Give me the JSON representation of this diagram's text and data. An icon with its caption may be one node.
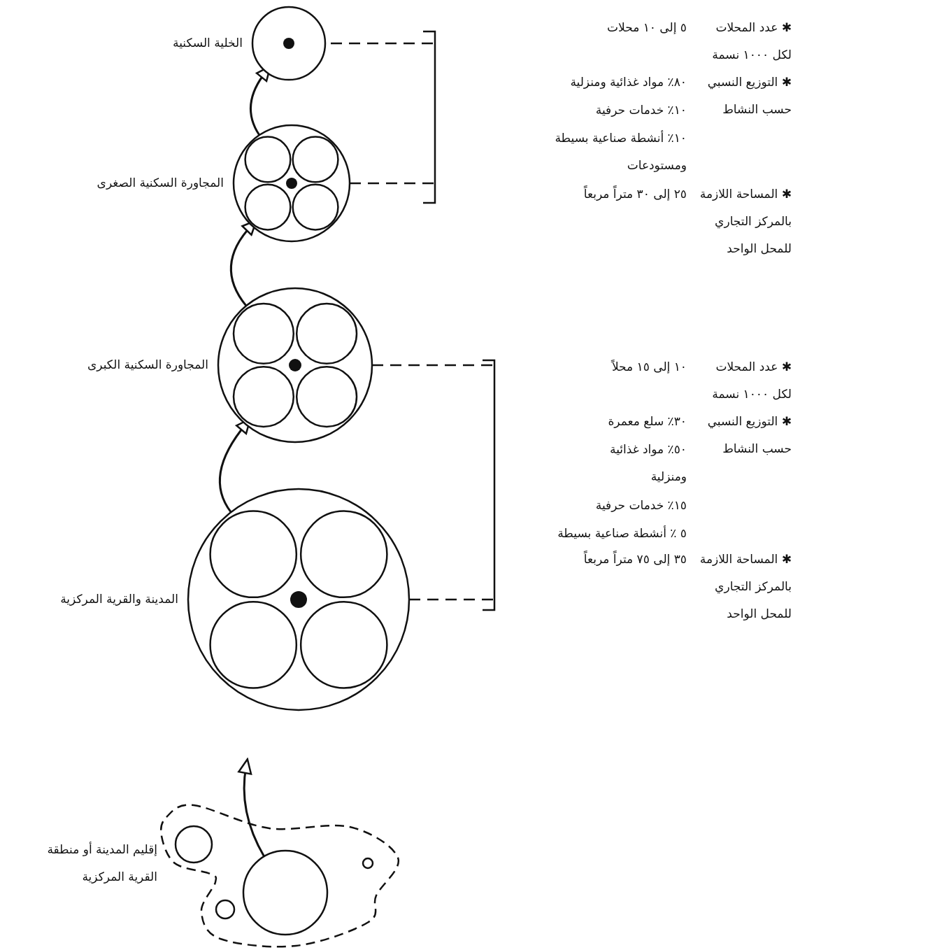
{
  "diagram": {
    "nodes": [
      {
        "text": [],
        "shape": "circle",
        "beside": [
          "الخلية السكنية"
        ]
      },
      {
        "text": [],
        "shape": "circle",
        "beside": [
          "المجاورة السكنية الصغرى"
        ]
      },
      {
        "text": [],
        "shape": "circle",
        "in": 1
      },
      {
        "text": [],
        "shape": "circle",
        "in": 1
      },
      {
        "text": [],
        "shape": "circle",
        "in": 1
      },
      {
        "text": [],
        "shape": "circle",
        "in": 1
      },
      {
        "text": [],
        "shape": "circle",
        "beside": [
          "المجاورة السكنية الكبرى"
        ]
      },
      {
        "text": [],
        "shape": "circle",
        "in": 6
      },
      {
        "text": [],
        "shape": "circle",
        "in": 6
      },
      {
        "text": [],
        "shape": "circle",
        "in": 6
      },
      {
        "text": [],
        "shape": "circle",
        "in": 6
      },
      {
        "text": [],
        "shape": "circle",
        "beside": [
          "المدينة والقرية المركزية"
        ]
      },
      {
        "text": [],
        "shape": "circle",
        "in": 11
      },
      {
        "text": [],
        "shape": "circle",
        "in": 11
      },
      {
        "text": [],
        "shape": "circle",
        "in": 11
      },
      {
        "text": [],
        "shape": "circle",
        "in": 11
      },
      {
        "text": [],
        "shape": "cloud",
        "beside": [
          "إقليم المدينة أو منطقة القرية المركزية"
        ]
      },
      {
        "text": [],
        "shape": "circle",
        "in": 16
      },
      {
        "text": [],
        "shape": "circle",
        "in": 16
      },
      {
        "text": [],
        "shape": "circle",
        "in": 16
      },
      {
        "text": [],
        "shape": "circle",
        "in": 16
      },
      {
        "text": [],
        "shape": "bracket"
      },
      {
        "text": [],
        "shape": "bracket"
      }
    ],
    "edges": [
      {
        "from": 1,
        "to": 0,
        "arrow": "to"
      },
      {
        "from": 6,
        "to": 1,
        "arrow": "to"
      },
      {
        "from": 11,
        "to": 6,
        "arrow": "to"
      },
      {
        "from": 20,
        "to": null,
        "arrow": "to"
      },
      {
        "from": 0,
        "to": 21,
        "arrow": "none",
        "style": "dashed"
      },
      {
        "from": 1,
        "to": 21,
        "arrow": "none",
        "style": "dashed"
      },
      {
        "from": 6,
        "to": 22,
        "arrow": "none",
        "style": "dashed"
      },
      {
        "from": 11,
        "to": 22,
        "arrow": "none",
        "style": "dashed"
      }
    ],
    "labels": [
      "✱ عدد المحلات لكل ١٠٠٠ نسمة",
      "٥ إلى ١٠ محلات",
      "✱ التوزيع النسبي حسب النشاط",
      "٨٠٪ مواد غذائية ومنزلية",
      "١٠٪ خدمات حرفية",
      "١٠٪ أنشطة صناعية بسيطة ومستودعات",
      "✱ المساحة اللازمة بالمركز التجاري للمحل الواحد",
      "٢٥ إلى ٣٠ متراً مربعاً",
      "✱ عدد المحلات لكل ١٠٠٠ نسمة",
      "١٠ إلى ١٥ محلاً",
      "✱ التوزيع النسبي حسب النشاط",
      "٣٠٪ سلع معمرة",
      "٥٠٪ مواد غذائية ومنزلية",
      "١٥٪ خدمات حرفية",
      "٥ ٪ أنشطة صناعية بسيطة",
      "✱ المساحة اللازمة بالمركز التجاري للمحل الواحد",
      "٣٥ إلى ٧٥ متراً مربعاً"
    ]
  }
}
